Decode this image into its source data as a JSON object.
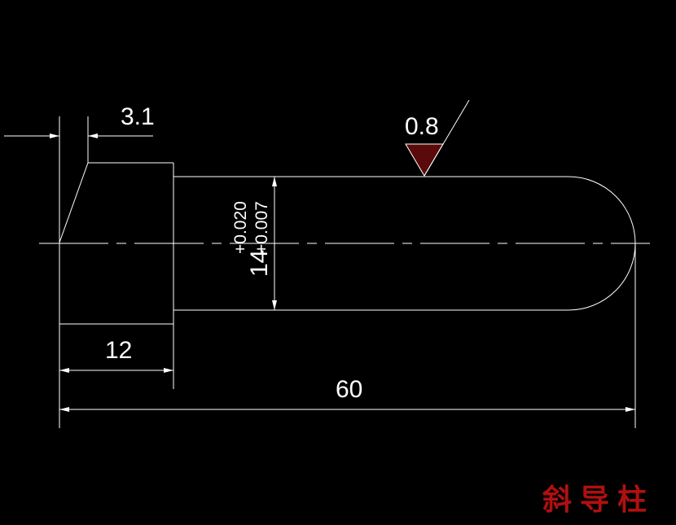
{
  "drawing": {
    "background_color": "#000000",
    "line_color": "#ffffff",
    "title": "斜导柱",
    "title_color": "#b01010",
    "roughness_fill_color": "#5a0a0a",
    "dimensions": {
      "chamfer": "3.1",
      "head_length": "12",
      "total_length": "60",
      "diameter": "14",
      "tolerance_upper": "+0.020",
      "tolerance_lower": "+0.007",
      "roughness": "0.8"
    }
  }
}
